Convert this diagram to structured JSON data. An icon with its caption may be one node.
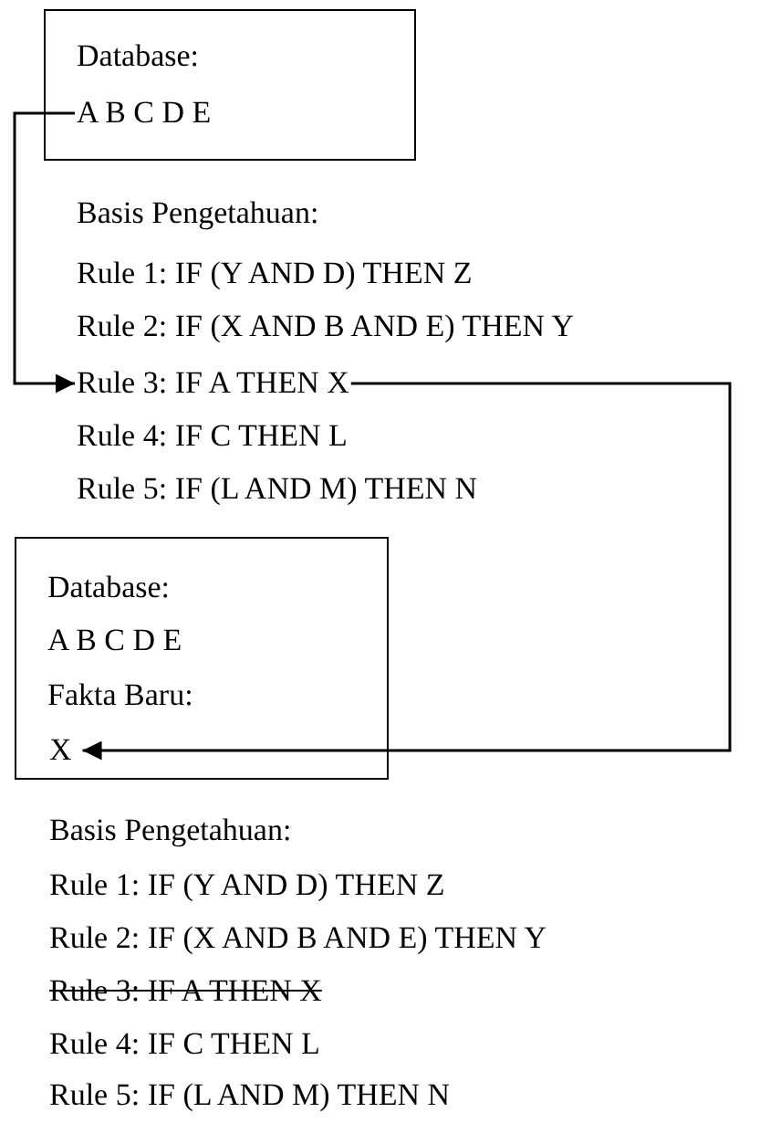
{
  "diagram": {
    "nodes": [
      {
        "text": [
          "Database:"
        ]
      },
      {
        "text": [
          "A B C D E"
        ],
        "in": 0
      },
      {
        "text": [
          "Rule 3: IF A THEN X"
        ]
      },
      {
        "text": [
          "Database:",
          "A B C D E",
          "Fakta Baru:"
        ]
      },
      {
        "text": [
          "X"
        ],
        "in": 3
      }
    ],
    "edges": [
      {
        "from": 1,
        "to": 2,
        "arrow": "to"
      },
      {
        "from": 2,
        "to": 4,
        "arrow": "to"
      }
    ],
    "labels": [
      "Basis Pengetahuan:",
      "Rule 1: IF (Y AND D) THEN Z",
      "Rule 2: IF (X AND B AND E) THEN Y",
      "Rule 4: IF C THEN L",
      "Rule 5: IF (L AND M) THEN N",
      "Basis Pengetahuan:",
      "Rule 1: IF (Y AND D) THEN Z",
      "Rule 2: IF (X AND B AND E) THEN Y",
      "Rule 3: IF A THEN X",
      "Rule 4: IF C THEN L",
      "Rule 5: IF (L AND M) THEN N"
    ]
  }
}
